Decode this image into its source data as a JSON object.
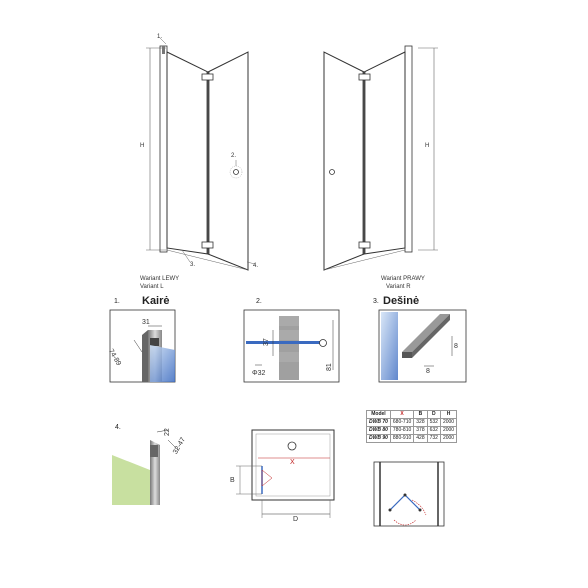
{
  "labels": {
    "left_variant_line1": "Wariant LEWY",
    "left_variant_line2": "Variant L",
    "right_variant_line1": "Wariant PRAWY",
    "right_variant_line2": "Variant R",
    "h_left": "H",
    "h_right": "H",
    "callout_1": "1.",
    "callout_2": "2.",
    "callout_3": "3.",
    "callout_4": "4."
  },
  "details": {
    "d1": {
      "num": "1.",
      "title": "Kairė",
      "dim_a": "31",
      "dim_b": "74-89"
    },
    "d2": {
      "num": "2.",
      "dim_a": "37",
      "dim_b": "81",
      "dim_c": "Φ32"
    },
    "d3": {
      "num": "3.",
      "title": "Dešinė",
      "dim_a": "8",
      "dim_b": "8"
    },
    "d4": {
      "num": "4.",
      "dim_a": "22",
      "dim_b": "32-47"
    }
  },
  "plan": {
    "x": "X",
    "b": "B",
    "d": "D"
  },
  "table": {
    "headers": [
      "Model",
      "X",
      "B",
      "D",
      "H"
    ],
    "rows": [
      [
        "DWB 70",
        "680-710",
        "328",
        "532",
        "2000"
      ],
      [
        "DWB 80",
        "780-810",
        "378",
        "632",
        "2000"
      ],
      [
        "DWB 90",
        "880-910",
        "428",
        "732",
        "2000"
      ]
    ]
  },
  "colors": {
    "glass": "#4a78c8",
    "dimension": "#c02020",
    "frame": "#555555",
    "wall": "#c8e0a0"
  }
}
